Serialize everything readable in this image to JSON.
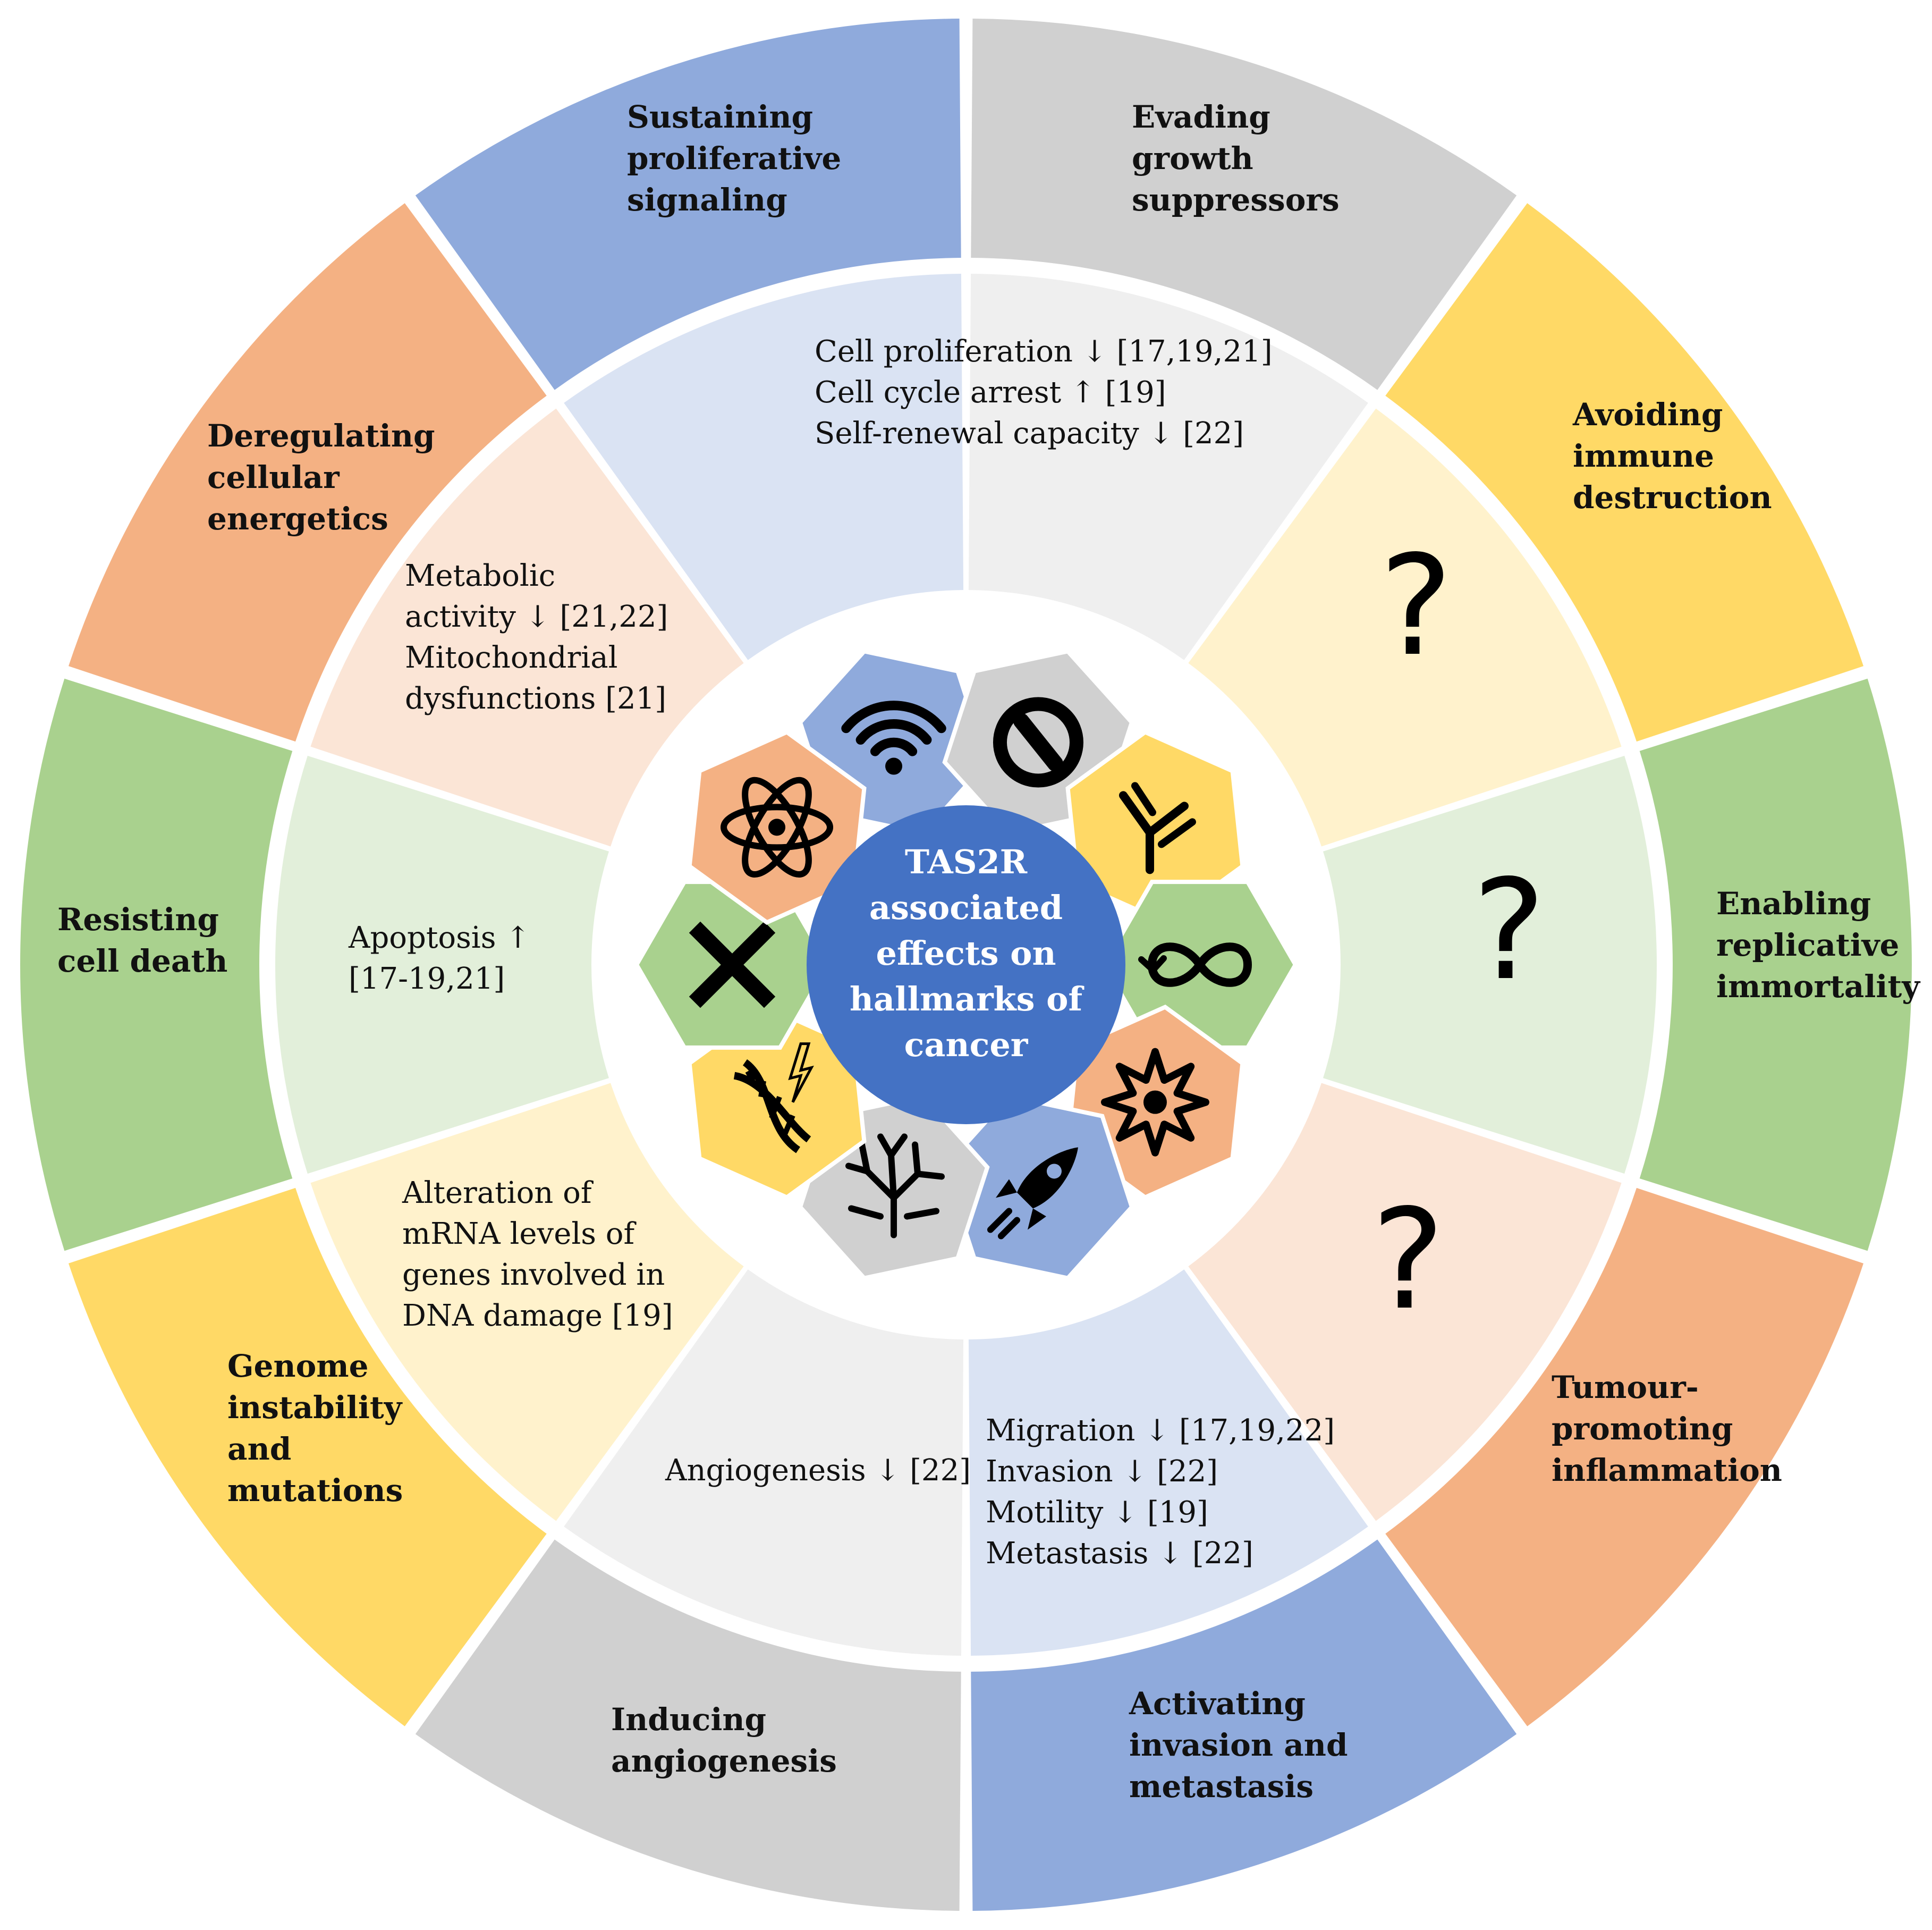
{
  "title": "TAS2R associated effects on hallmarks of cancer",
  "center": {
    "lines": [
      "TAS2R",
      "associated",
      "effects on",
      "hallmarks of",
      "cancer"
    ],
    "color": "#4472C4"
  },
  "hallmarks": [
    {
      "id": "proliferative",
      "title_lines": [
        "Sustaining",
        "proliferative",
        "signaling"
      ],
      "outer_color": "#8FAADC",
      "inner_color": "#DAE3F3",
      "icon": "wifi-signal-icon",
      "effects": []
    },
    {
      "id": "growth-suppressors",
      "title_lines": [
        "Evading",
        "growth",
        "suppressors"
      ],
      "outer_color": "#D0D0D0",
      "inner_color": "#EFEFEF",
      "icon": "prohibited-icon",
      "effects": [
        "Cell proliferation ↓ [17,19,21]",
        "Cell cycle arrest ↑ [19]",
        "Self-renewal capacity ↓ [22]"
      ]
    },
    {
      "id": "immune",
      "title_lines": [
        "Avoiding",
        "immune",
        "destruction"
      ],
      "outer_color": "#FFD966",
      "inner_color": "#FFF2CC",
      "icon": "antibody-icon",
      "effects": [
        "?"
      ]
    },
    {
      "id": "immortality",
      "title_lines": [
        "Enabling",
        "replicative",
        "immortality"
      ],
      "outer_color": "#A9D18E",
      "inner_color": "#E2EFDA",
      "icon": "infinity-icon",
      "effects": [
        "?"
      ]
    },
    {
      "id": "inflammation",
      "title_lines": [
        "Tumour-",
        "promoting",
        "inflammation"
      ],
      "outer_color": "#F4B183",
      "inner_color": "#FBE5D6",
      "icon": "explosion-icon",
      "effects": [
        "?"
      ]
    },
    {
      "id": "invasion",
      "title_lines": [
        "Activating",
        "invasion and",
        "metastasis"
      ],
      "outer_color": "#8FAADC",
      "inner_color": "#DAE3F3",
      "icon": "rocket-icon",
      "effects": [
        "Migration ↓ [17,19,22]",
        "Invasion ↓ [22]",
        "Motility ↓ [19]",
        "Metastasis ↓ [22]"
      ]
    },
    {
      "id": "angiogenesis",
      "title_lines": [
        "Inducing",
        "angiogenesis"
      ],
      "outer_color": "#D0D0D0",
      "inner_color": "#EFEFEF",
      "icon": "blood-vessel-icon",
      "effects": [
        "Angiogenesis ↓ [22]"
      ]
    },
    {
      "id": "genome",
      "title_lines": [
        "Genome",
        "instability",
        "and",
        "mutations"
      ],
      "outer_color": "#FFD966",
      "inner_color": "#FFF2CC",
      "icon": "dna-damage-icon",
      "effects": [
        "Alteration of",
        "mRNA levels of",
        "genes involved in",
        "DNA damage [19]"
      ]
    },
    {
      "id": "cell-death",
      "title_lines": [
        "Resisting",
        "cell death"
      ],
      "outer_color": "#A9D18E",
      "inner_color": "#E2EFDA",
      "icon": "x-cross-icon",
      "effects": [
        "Apoptosis ↑",
        "[17-19,21]"
      ]
    },
    {
      "id": "energetics",
      "title_lines": [
        "Deregulating",
        "cellular",
        "energetics"
      ],
      "outer_color": "#F4B183",
      "inner_color": "#FBE5D6",
      "icon": "atom-icon",
      "effects": [
        "Metabolic",
        "activity ↓ [21,22]",
        "Mitochondrial",
        "dysfunctions [21]"
      ]
    }
  ]
}
